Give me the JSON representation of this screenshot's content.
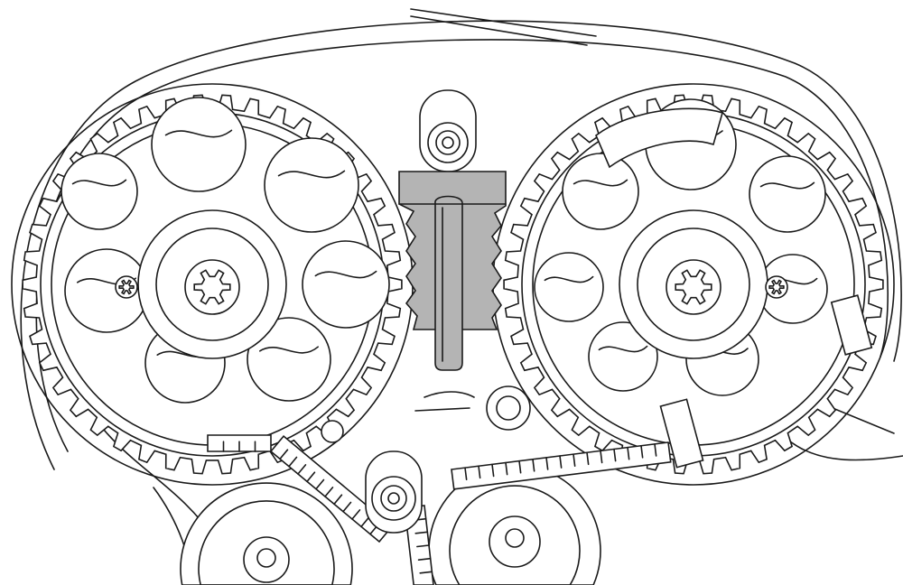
{
  "colors": {
    "line": "#1a1a1a",
    "background": "#ffffff",
    "tool_fill": "#b4b4b4"
  },
  "components": {
    "left_sprocket": {
      "icon": "camshaft-sprocket",
      "teeth": 42,
      "holes": 7
    },
    "right_sprocket": {
      "icon": "camshaft-sprocket",
      "teeth": 42,
      "holes": 7
    },
    "locking_tool": {
      "icon": "camshaft-locking-tool"
    },
    "idlers": 3,
    "belt": {
      "icon": "timing-belt"
    }
  }
}
